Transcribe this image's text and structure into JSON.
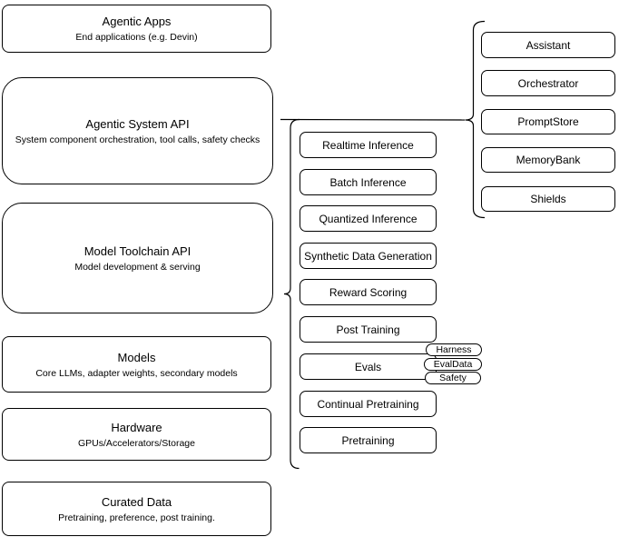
{
  "diagram": {
    "stack": [
      {
        "title": "Agentic Apps",
        "subtitle": "End applications (e.g. Devin)"
      },
      {
        "title": "Agentic System API",
        "subtitle": "System component orchestration, tool calls, safety checks"
      },
      {
        "title": "Model Toolchain API",
        "subtitle": "Model development & serving"
      },
      {
        "title": "Models",
        "subtitle": "Core LLMs, adapter weights, secondary models"
      },
      {
        "title": "Hardware",
        "subtitle": "GPUs/Accelerators/Storage"
      },
      {
        "title": "Curated Data",
        "subtitle": "Pretraining, preference, post training."
      }
    ],
    "toolchain": {
      "items": [
        "Realtime Inference",
        "Batch Inference",
        "Quantized Inference",
        "Synthetic Data Generation",
        "Reward Scoring",
        "Post Training",
        "Evals",
        "Continual Pretraining",
        "Pretraining"
      ]
    },
    "evals_tags": [
      "Harness",
      "EvalData",
      "Safety"
    ],
    "agentic_components": [
      "Assistant",
      "Orchestrator",
      "PromptStore",
      "MemoryBank",
      "Shields"
    ],
    "colors": {
      "stroke": "#000000",
      "fill": "#ffffff",
      "text": "#000000"
    }
  }
}
